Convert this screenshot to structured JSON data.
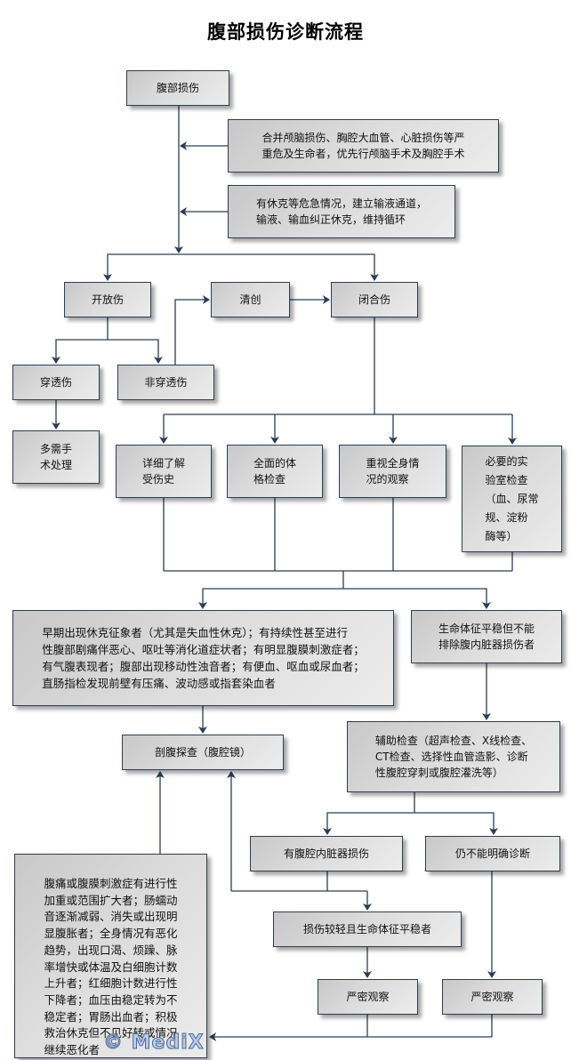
{
  "title": "腹部损伤诊断流程",
  "colors": {
    "line": "#2b3d55",
    "box_border": "#2b3d55",
    "box_fill_light": "#ececec",
    "box_fill_dark": "#c8c8c8",
    "watermark": "#b9cbe6"
  },
  "nodes": {
    "injury": "腹部损伤",
    "combined": "合并颅脑损伤、胸腔大血管、心脏损伤等严\n重危及生命者，优先行颅脑手术及胸腔手术",
    "shock": "有休克等危急情况，建立输液通道，\n输液、输血纠正休克，维持循环",
    "open": "开放伤",
    "debride": "清创",
    "closed": "闭合伤",
    "penetrating": "穿透伤",
    "nonpenetrating": "非穿透伤",
    "surgery": "多需手\n术处理",
    "history": "详细了解\n受伤史",
    "physical": "全面的体\n格检查",
    "systemic": "重视全身情\n况的观察",
    "lab": "必要的实\n验室检查\n（血、尿常\n规、淀粉\n酶等）",
    "early_signs": "早期出现休克征象者（尤其是失血性休克）；有持续性甚至进行\n性腹部剧痛伴恶心、呕吐等消化道症状者；有明显腹膜刺激症者；\n有气腹表现者；腹部出现移动性浊音者；有便血、呕血或尿血者；\n直肠指检发现前壁有压痛、波动感或指套染血者",
    "stable_uncertain": "生命体征平稳但不能\n排除腹内脏器损伤者",
    "laparotomy": "剖腹探查（腹腔镜）",
    "auxiliary": "辅助检查（超声检查、X线检查、\nCT检查、选择性血管造影、诊断\n性腹腔穿刺或腹腔灌洗等）",
    "organ_injury": "有腹腔内脏器损伤",
    "undiagnosed": "仍不能明确诊断",
    "worsening": "腹痛或腹膜刺激症有进行性\n加重或范围扩大者；肠蠕动\n音逐渐减弱、消失或出现明\n显腹胀者；全身情况有恶化\n趋势，出现口渴、烦躁、脉\n率增快或体温及白细胞计数\n上升者；红细胞计数进行性\n下降者；血压由稳定转为不\n稳定者；胃肠出血者；积极\n救治休克但不见好转或情况\n继续恶化者",
    "mild_stable": "损伤较轻且生命体征平稳者",
    "observe_1": "严密观察",
    "observe_2": "严密观察"
  },
  "watermark": "© MediX"
}
